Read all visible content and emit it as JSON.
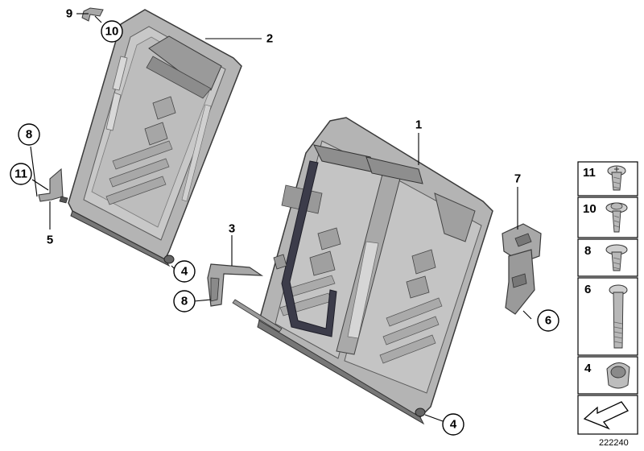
{
  "diagram": {
    "id_number": "222240",
    "callouts": [
      {
        "key": "c1",
        "label": "1",
        "circled": false
      },
      {
        "key": "c2",
        "label": "2",
        "circled": false
      },
      {
        "key": "c3",
        "label": "3",
        "circled": false
      },
      {
        "key": "c4a",
        "label": "4",
        "circled": true
      },
      {
        "key": "c4b",
        "label": "4",
        "circled": true
      },
      {
        "key": "c5",
        "label": "5",
        "circled": false
      },
      {
        "key": "c6",
        "label": "6",
        "circled": true
      },
      {
        "key": "c7",
        "label": "7",
        "circled": false
      },
      {
        "key": "c8a",
        "label": "8",
        "circled": true
      },
      {
        "key": "c8b",
        "label": "8",
        "circled": true
      },
      {
        "key": "c9",
        "label": "9",
        "circled": false
      },
      {
        "key": "c10",
        "label": "10",
        "circled": true
      },
      {
        "key": "c11",
        "label": "11",
        "circled": true
      }
    ],
    "legend": [
      {
        "label": "11",
        "part": "torx-screw-short"
      },
      {
        "label": "10",
        "part": "washer-head-screw"
      },
      {
        "label": "8",
        "part": "flange-screw"
      },
      {
        "label": "6",
        "part": "long-bolt"
      },
      {
        "label": "4",
        "part": "bushing"
      }
    ],
    "colors": {
      "part_fill": "#b4b4b4",
      "part_light": "#d2d2d2",
      "part_dark": "#6e6e6e",
      "outline": "#3a3a3a",
      "ink": "#000000"
    }
  }
}
